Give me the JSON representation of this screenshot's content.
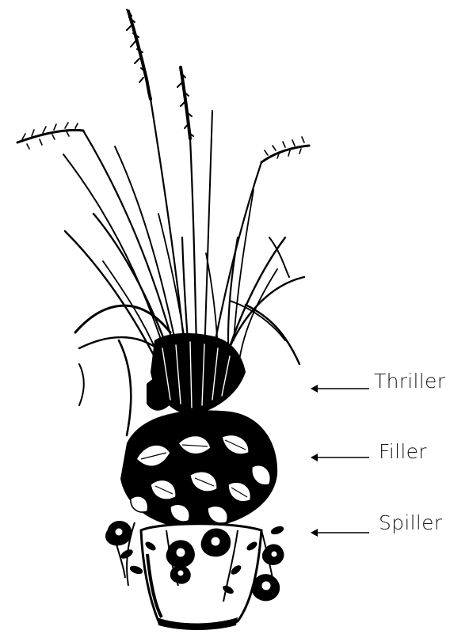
{
  "labels": [
    {
      "id": "thriller",
      "text": "Thriller"
    },
    {
      "id": "filler",
      "text": "Filler"
    },
    {
      "id": "spiller",
      "text": "Spiller"
    }
  ],
  "colors": {
    "ink": "#000000",
    "label_text": "#1a1a1a",
    "background": "#ffffff"
  },
  "illustration": {
    "subject": "potted-plant-drawing"
  }
}
